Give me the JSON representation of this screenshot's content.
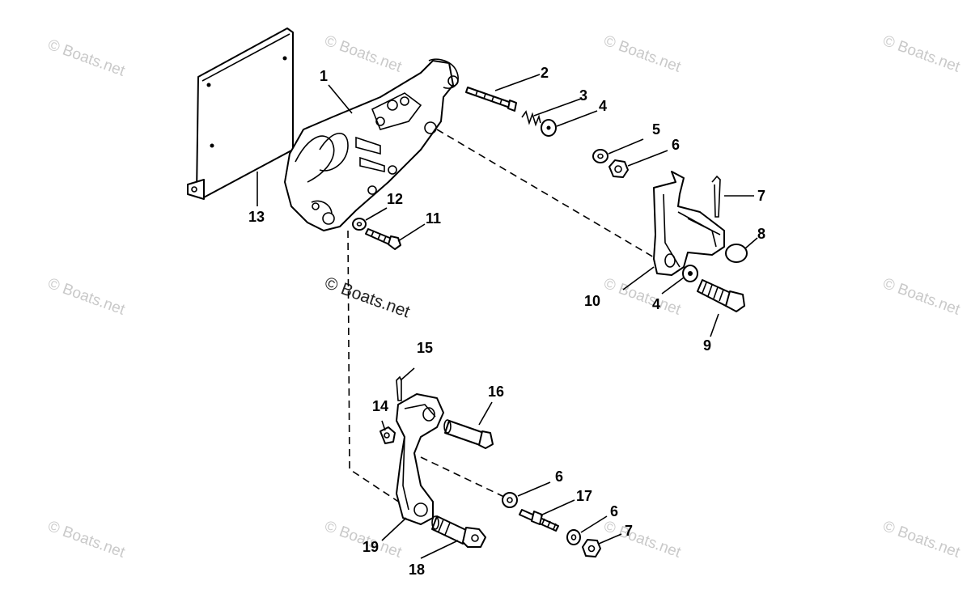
{
  "watermark": "© Boats.net",
  "callouts": [
    "1",
    "2",
    "3",
    "4",
    "5",
    "6",
    "7",
    "8",
    "4",
    "9",
    "10",
    "11",
    "12",
    "13",
    "14",
    "15",
    "16",
    "6",
    "17",
    "6",
    "7",
    "18",
    "19"
  ]
}
